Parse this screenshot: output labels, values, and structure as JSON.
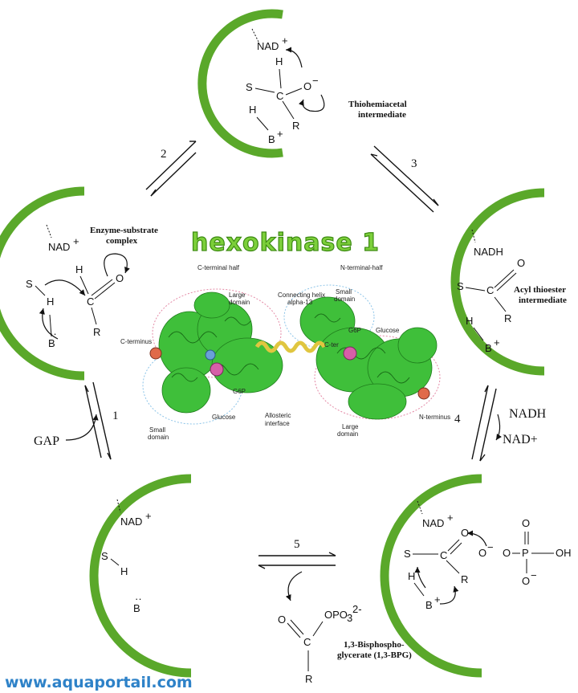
{
  "title": "hexokinase 1",
  "watermark": "www.aquaportail.com",
  "colors": {
    "enzyme": "#5aa82a",
    "title_fill": "#7ccf3a",
    "watermark": "#2e82c8"
  },
  "protein": {
    "c_half": "C-terminal half",
    "n_half": "N-terminal-half",
    "large_domain_left": "Large domain",
    "small_domain_left": "Small domain",
    "large_domain_right": "Large domain",
    "small_domain_right": "Small domain",
    "connecting_helix": "Connecting helix alpha-13",
    "c_terminus": "C-terminus",
    "n_terminus": "N-terminus",
    "g6p_left": "G6P",
    "g6p_right": "G6P",
    "glucose_left": "Glucose",
    "glucose_right": "Glucose",
    "allosteric": "Allosteric interface",
    "c_ter": "C-ter"
  },
  "intermediates": {
    "thiohemiacetal": "Thiohemiacetal intermediate",
    "enzyme_substrate": "Enzyme-substrate complex",
    "acyl_thioester": "Acyl thioester intermediate",
    "bpg": "1,3-Bisphospho- glycerate (1,3-BPG)"
  },
  "steps": [
    "1",
    "2",
    "3",
    "4",
    "5"
  ],
  "reagents": {
    "gap": "GAP",
    "nadh": "NADH",
    "nad": "NAD+"
  }
}
